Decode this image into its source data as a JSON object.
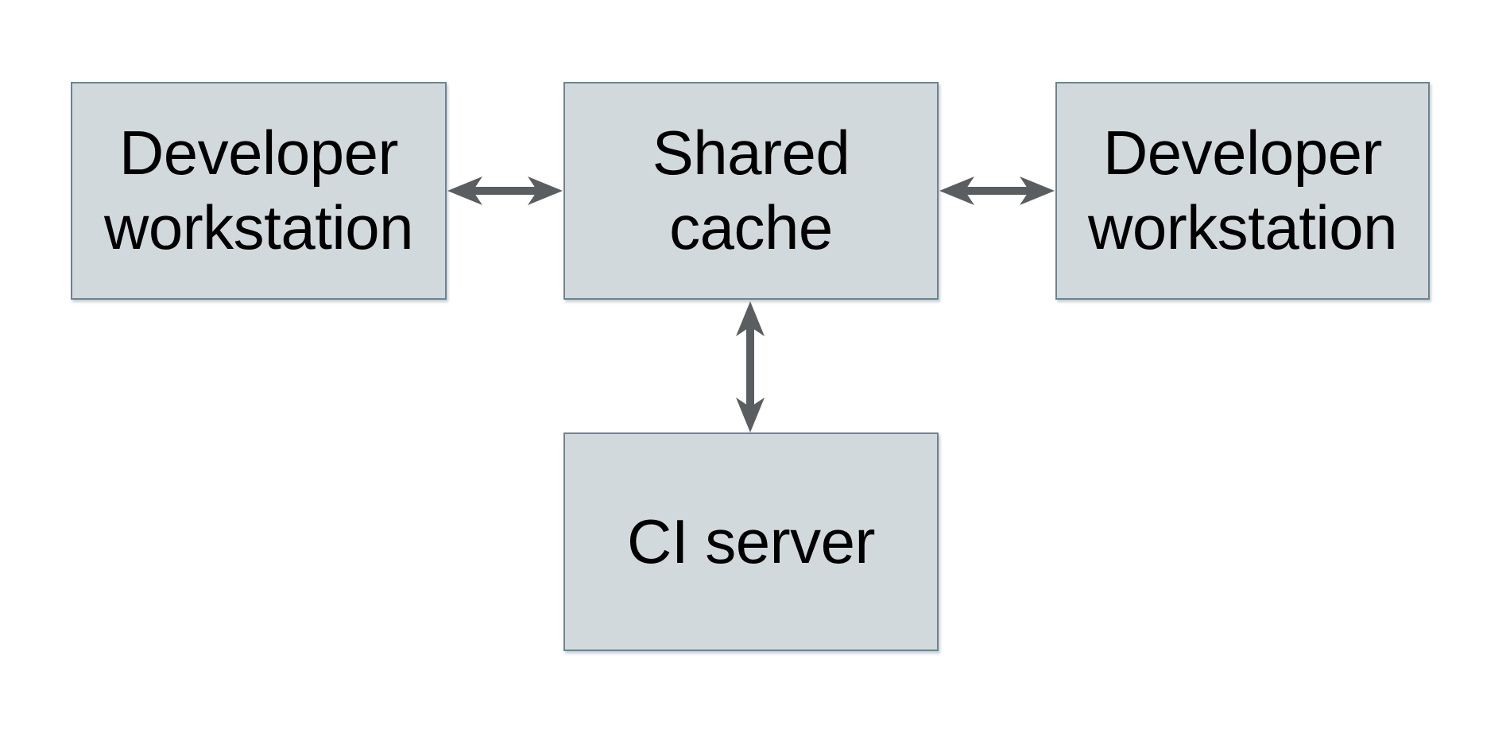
{
  "colors": {
    "background": "#ffffff",
    "node_fill": "#d2d9dc",
    "node_border": "#6d8391",
    "arrow": "#5b5e60",
    "text": "#000000"
  },
  "diagram": {
    "type": "architecture-diagram",
    "nodes": {
      "dev_left": {
        "id": "developer-workstation-left",
        "label": "Developer\nworkstation"
      },
      "shared_cache": {
        "id": "shared-cache",
        "label": "Shared\ncache"
      },
      "dev_right": {
        "id": "developer-workstation-right",
        "label": "Developer\nworkstation"
      },
      "ci_server": {
        "id": "ci-server",
        "label": "CI server"
      }
    },
    "edges": [
      {
        "from": "developer-workstation-left",
        "to": "shared-cache",
        "direction": "bidirectional",
        "icon": "double-headed-arrow-horizontal"
      },
      {
        "from": "shared-cache",
        "to": "developer-workstation-right",
        "direction": "bidirectional",
        "icon": "double-headed-arrow-horizontal"
      },
      {
        "from": "shared-cache",
        "to": "ci-server",
        "direction": "bidirectional",
        "icon": "double-headed-arrow-vertical"
      }
    ]
  }
}
